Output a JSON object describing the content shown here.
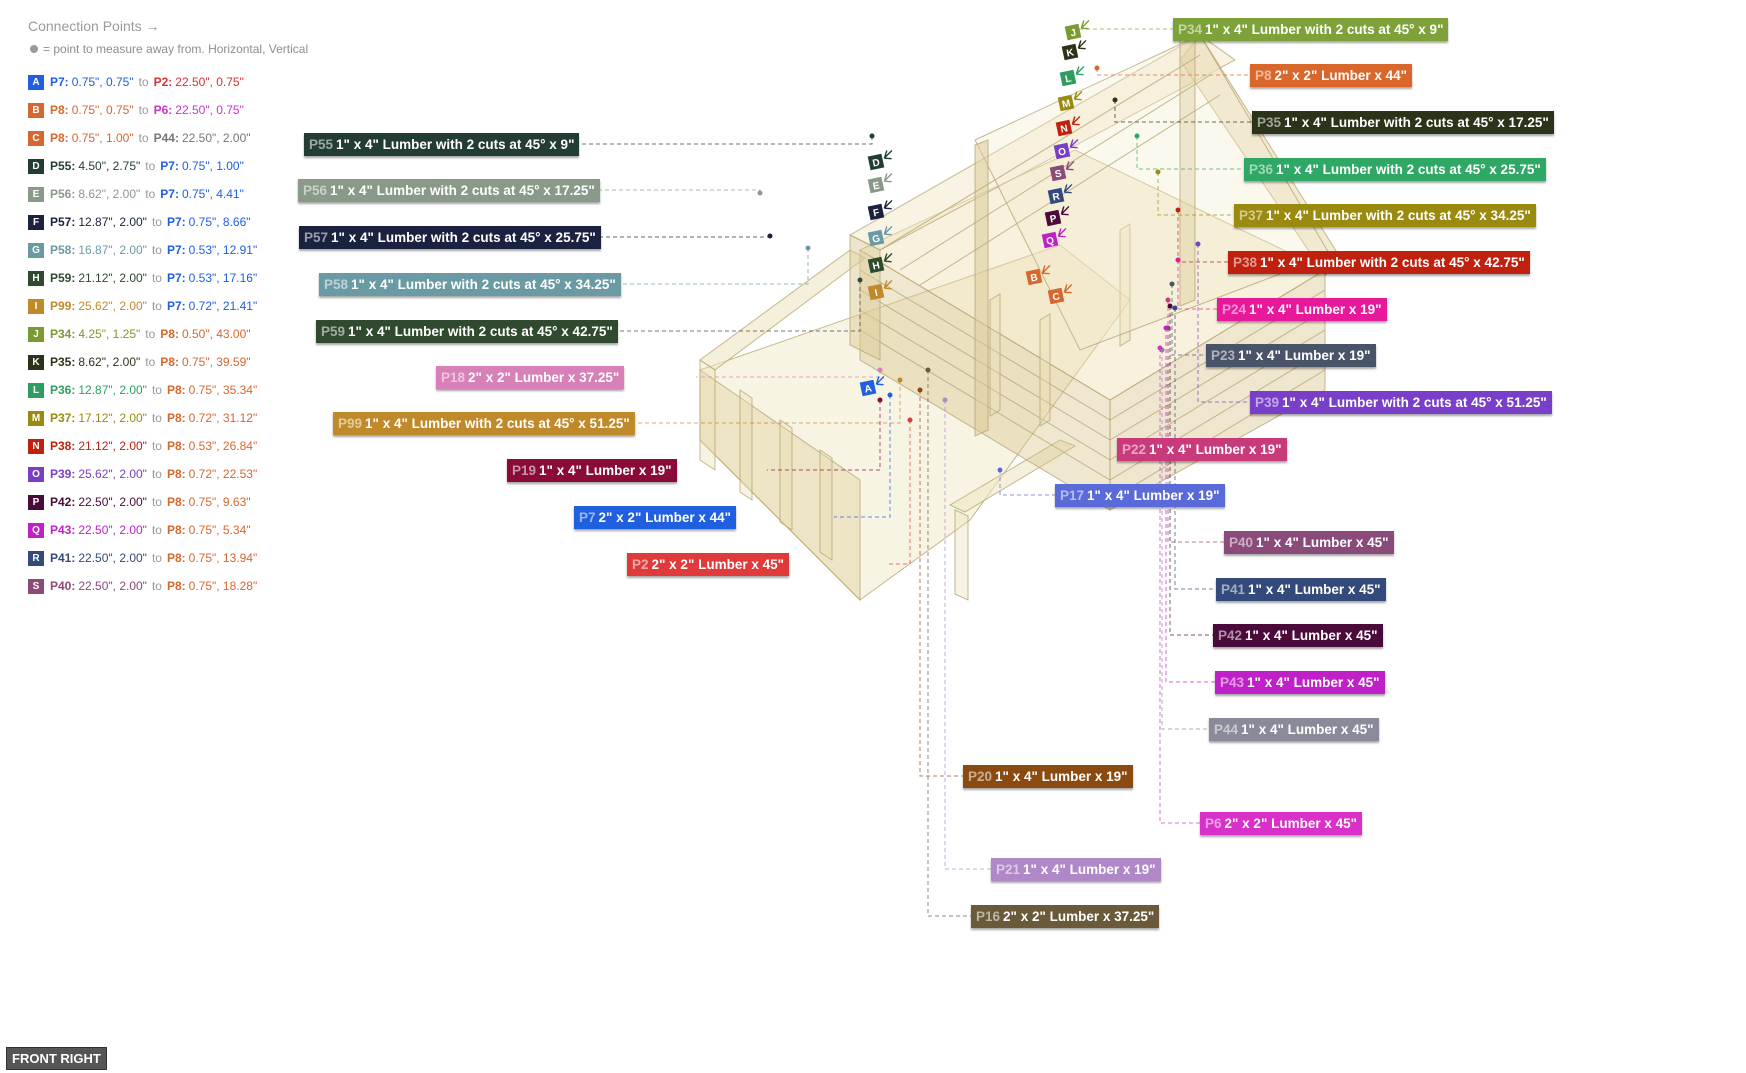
{
  "legend": {
    "title": "Connection Points →",
    "hint": "= point to measure away from. Horizontal, Vertical"
  },
  "connections": [
    {
      "letter": "A",
      "color": "#1f5fe0",
      "a_part": "P7:",
      "a_val": "0.75\", 0.75\"",
      "a_color": "#1f5fe0",
      "b_part": "P2:",
      "b_val": "22.50\", 0.75\"",
      "b_color": "#d93030"
    },
    {
      "letter": "B",
      "color": "#d4682e",
      "a_part": "P8:",
      "a_val": "0.75\", 0.75\"",
      "a_color": "#d4682e",
      "b_part": "P6:",
      "b_val": "22.50\", 0.75\"",
      "b_color": "#cc33cc"
    },
    {
      "letter": "C",
      "color": "#d4682e",
      "a_part": "P8:",
      "a_val": "0.75\", 1.00\"",
      "a_color": "#d4682e",
      "b_part": "P44:",
      "b_val": "22.50\", 2.00\"",
      "b_color": "#777777"
    },
    {
      "letter": "D",
      "color": "#233d35",
      "a_part": "P55:",
      "a_val": "4.50\", 2.75\"",
      "a_color": "#233d35",
      "b_part": "P7:",
      "b_val": "0.75\", 1.00\"",
      "b_color": "#1f5fe0"
    },
    {
      "letter": "E",
      "color": "#8a9a88",
      "a_part": "P56:",
      "a_val": "8.62\", 2.00\"",
      "a_color": "#8a9a88",
      "b_part": "P7:",
      "b_val": "0.75\", 4.41\"",
      "b_color": "#1f5fe0"
    },
    {
      "letter": "F",
      "color": "#1b2240",
      "a_part": "P57:",
      "a_val": "12.87\", 2.00\"",
      "a_color": "#1b2240",
      "b_part": "P7:",
      "b_val": "0.75\", 8.66\"",
      "b_color": "#1f5fe0"
    },
    {
      "letter": "G",
      "color": "#6a9aa4",
      "a_part": "P58:",
      "a_val": "16.87\", 2.00\"",
      "a_color": "#6a9aa4",
      "b_part": "P7:",
      "b_val": "0.53\", 12.91\"",
      "b_color": "#1f5fe0"
    },
    {
      "letter": "H",
      "color": "#2f4a2f",
      "a_part": "P59:",
      "a_val": "21.12\", 2.00\"",
      "a_color": "#2f4a2f",
      "b_part": "P7:",
      "b_val": "0.53\", 17.16\"",
      "b_color": "#1f5fe0"
    },
    {
      "letter": "I",
      "color": "#c08a2a",
      "a_part": "P99:",
      "a_val": "25.62\", 2.00\"",
      "a_color": "#c08a2a",
      "b_part": "P7:",
      "b_val": "0.72\", 21.41\"",
      "b_color": "#1f5fe0"
    },
    {
      "letter": "J",
      "color": "#7a9a32",
      "a_part": "P34:",
      "a_val": "4.25\", 1.25\"",
      "a_color": "#7a9a32",
      "b_part": "P8:",
      "b_val": "0.50\", 43.00\"",
      "b_color": "#d4682e"
    },
    {
      "letter": "K",
      "color": "#2b3318",
      "a_part": "P35:",
      "a_val": "8.62\", 2.00\"",
      "a_color": "#2b3318",
      "b_part": "P8:",
      "b_val": "0.75\", 39.59\"",
      "b_color": "#d4682e"
    },
    {
      "letter": "L",
      "color": "#2e9e5e",
      "a_part": "P36:",
      "a_val": "12.87\", 2.00\"",
      "a_color": "#2e9e5e",
      "b_part": "P8:",
      "b_val": "0.75\", 35.34\"",
      "b_color": "#d4682e"
    },
    {
      "letter": "M",
      "color": "#9a8a10",
      "a_part": "P37:",
      "a_val": "17.12\", 2.00\"",
      "a_color": "#9a8a10",
      "b_part": "P8:",
      "b_val": "0.72\", 31.12\"",
      "b_color": "#d4682e"
    },
    {
      "letter": "N",
      "color": "#c0200e",
      "a_part": "P38:",
      "a_val": "21.12\", 2.00\"",
      "a_color": "#c0200e",
      "b_part": "P8:",
      "b_val": "0.53\", 26.84\"",
      "b_color": "#d4682e"
    },
    {
      "letter": "O",
      "color": "#7a3fc0",
      "a_part": "P39:",
      "a_val": "25.62\", 2.00\"",
      "a_color": "#7a3fc0",
      "b_part": "P8:",
      "b_val": "0.72\", 22.53\"",
      "b_color": "#d4682e"
    },
    {
      "letter": "P",
      "color": "#4a0a3a",
      "a_part": "P42:",
      "a_val": "22.50\", 2.00\"",
      "a_color": "#4a0a3a",
      "b_part": "P8:",
      "b_val": "0.75\", 9.63\"",
      "b_color": "#d4682e"
    },
    {
      "letter": "Q",
      "color": "#c020c8",
      "a_part": "P43:",
      "a_val": "22.50\", 2.00\"",
      "a_color": "#c020c8",
      "b_part": "P8:",
      "b_val": "0.75\", 5.34\"",
      "b_color": "#d4682e"
    },
    {
      "letter": "R",
      "color": "#344a7a",
      "a_part": "P41:",
      "a_val": "22.50\", 2.00\"",
      "a_color": "#344a7a",
      "b_part": "P8:",
      "b_val": "0.75\", 13.94\"",
      "b_color": "#d4682e"
    },
    {
      "letter": "S",
      "color": "#8a4a7a",
      "a_part": "P40:",
      "a_val": "22.50\", 2.00\"",
      "a_color": "#8a4a7a",
      "b_part": "P8:",
      "b_val": "0.75\", 18.28\"",
      "b_color": "#d4682e"
    }
  ],
  "parts": [
    {
      "id": "P34",
      "desc": "1\" x 4\" Lumber with 2 cuts at 45° x 9\"",
      "color": "#7ea23a"
    },
    {
      "id": "P8",
      "desc": "2\" x 2\" Lumber x 44\"",
      "color": "#d9662a"
    },
    {
      "id": "P35",
      "desc": "1\" x 4\" Lumber with 2 cuts at 45° x 17.25\"",
      "color": "#2b3318"
    },
    {
      "id": "P36",
      "desc": "1\" x 4\" Lumber with 2 cuts at 45° x 25.75\"",
      "color": "#2fa865"
    },
    {
      "id": "P37",
      "desc": "1\" x 4\" Lumber with 2 cuts at 45° x 34.25\"",
      "color": "#9a8a10"
    },
    {
      "id": "P38",
      "desc": "1\" x 4\" Lumber with 2 cuts at 45° x 42.75\"",
      "color": "#c0200e"
    },
    {
      "id": "P24",
      "desc": "1\" x 4\" Lumber  x 19\"",
      "color": "#e8189a"
    },
    {
      "id": "P23",
      "desc": "1\" x 4\" Lumber  x 19\"",
      "color": "#4a5468"
    },
    {
      "id": "P39",
      "desc": "1\" x 4\" Lumber with 2 cuts at 45° x 51.25\"",
      "color": "#7a3fc8"
    },
    {
      "id": "P22",
      "desc": "1\" x 4\" Lumber  x 19\"",
      "color": "#c83a7a"
    },
    {
      "id": "P17",
      "desc": "1\" x 4\" Lumber  x 19\"",
      "color": "#5a6ad8"
    },
    {
      "id": "P40",
      "desc": "1\" x 4\" Lumber  x 45\"",
      "color": "#8a4a7a"
    },
    {
      "id": "P41",
      "desc": "1\" x 4\" Lumber  x 45\"",
      "color": "#344a7a"
    },
    {
      "id": "P42",
      "desc": "1\" x 4\" Lumber  x 45\"",
      "color": "#4a0a3a"
    },
    {
      "id": "P43",
      "desc": "1\" x 4\" Lumber  x 45\"",
      "color": "#c020c8"
    },
    {
      "id": "P44",
      "desc": "1\" x 4\" Lumber  x 45\"",
      "color": "#8a8a9a"
    },
    {
      "id": "P6",
      "desc": "2\" x 2\" Lumber x 45\"",
      "color": "#d830c8"
    },
    {
      "id": "P20",
      "desc": "1\" x 4\" Lumber  x 19\"",
      "color": "#8a4a10"
    },
    {
      "id": "P21",
      "desc": "1\" x 4\" Lumber  x 19\"",
      "color": "#b088c8"
    },
    {
      "id": "P16",
      "desc": "2\" x 2\" Lumber x 37.25\"",
      "color": "#6a5a3a"
    },
    {
      "id": "P55",
      "desc": "1\" x 4\" Lumber with 2 cuts at 45° x 9\"",
      "color": "#233d35"
    },
    {
      "id": "P56",
      "desc": "1\" x 4\" Lumber with 2 cuts at 45° x 17.25\"",
      "color": "#8a9a88"
    },
    {
      "id": "P57",
      "desc": "1\" x 4\" Lumber with 2 cuts at 45° x 25.75\"",
      "color": "#1b2240"
    },
    {
      "id": "P58",
      "desc": "1\" x 4\" Lumber with 2 cuts at 45° x 34.25\"",
      "color": "#6a9aa4"
    },
    {
      "id": "P59",
      "desc": "1\" x 4\" Lumber with 2 cuts at 45° x 42.75\"",
      "color": "#2f4a2f"
    },
    {
      "id": "P18",
      "desc": "2\" x 2\" Lumber x 37.25\"",
      "color": "#d880b8"
    },
    {
      "id": "P99",
      "desc": "1\" x 4\" Lumber with 2 cuts at 45° x 51.25\"",
      "color": "#c08a2a"
    },
    {
      "id": "P19",
      "desc": "1\" x 4\" Lumber  x 19\"",
      "color": "#8a0a3a"
    },
    {
      "id": "P7",
      "desc": "2\" x 2\" Lumber x 44\"",
      "color": "#1f5fe0"
    },
    {
      "id": "P2",
      "desc": "2\" x 2\" Lumber x 45\"",
      "color": "#e03a3a"
    }
  ],
  "view_label": "FRONT RIGHT"
}
